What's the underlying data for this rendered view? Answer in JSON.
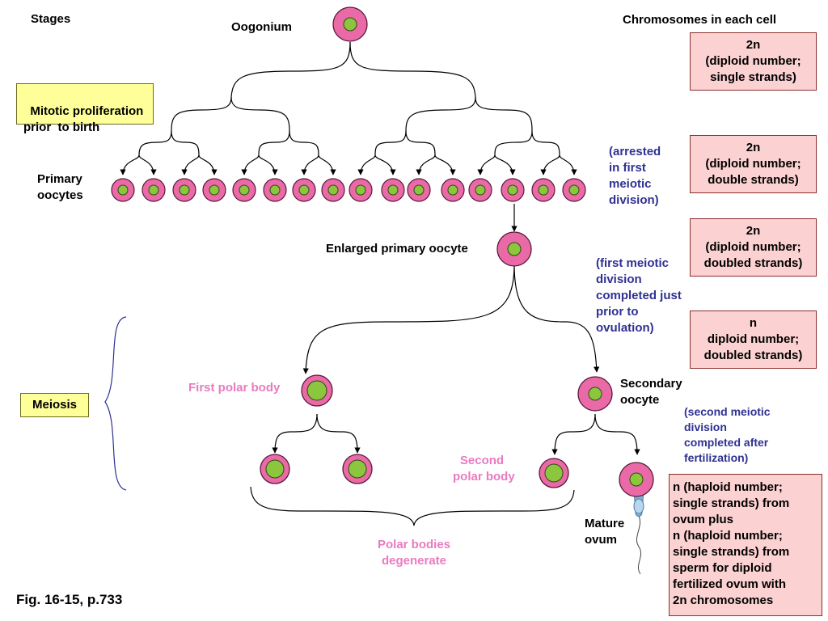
{
  "stages_label": "Stages",
  "chromosomes_header": "Chromosomes in each cell",
  "oogonium_label": "Oogonium",
  "mitotic_label": "Mitotic proliferation\nprior  to birth",
  "primary_oocytes_label": "Primary\noocytes",
  "enlarged_label": "Enlarged primary oocyte",
  "first_polar_label": "First polar body",
  "secondary_label": "Secondary\noocyte",
  "meiosis_label": "Meiosis",
  "second_polar_label": "Second\npolar body",
  "polar_degenerate_label": "Polar bodies\ndegenerate",
  "mature_ovum_label": "Mature\novum",
  "fig_caption": "Fig. 16-15, p.733",
  "notes": {
    "arrested": "(arrested\nin first\nmeiotic\ndivision)",
    "first_meiotic": "(first meiotic\ndivision\ncompleted just\nprior to\novulation)",
    "second_meiotic": "(second meiotic\ndivision\ncompleted after\nfertilization)"
  },
  "chromosome_boxes": [
    "2n\n(diploid number;\nsingle strands)",
    "2n\n(diploid number;\ndouble strands)",
    "2n\n(diploid number;\ndoubled strands)",
    "n\ndiploid number;\ndoubled strands)",
    "n (haploid number;\nsingle strands) from\novum plus\nn (haploid number;\nsingle strands) from\nsperm for diploid\nfertilized ovum with\n2n chromosomes"
  ],
  "colors": {
    "cell_outer": "#e96aa6",
    "cell_nucleus": "#8cc63f",
    "text_blue": "#2e3192",
    "text_pink": "#e97bc0",
    "box_pink": "#fbd1d1",
    "box_yellow": "#ffff99",
    "brace_blue": "#2e3192"
  }
}
